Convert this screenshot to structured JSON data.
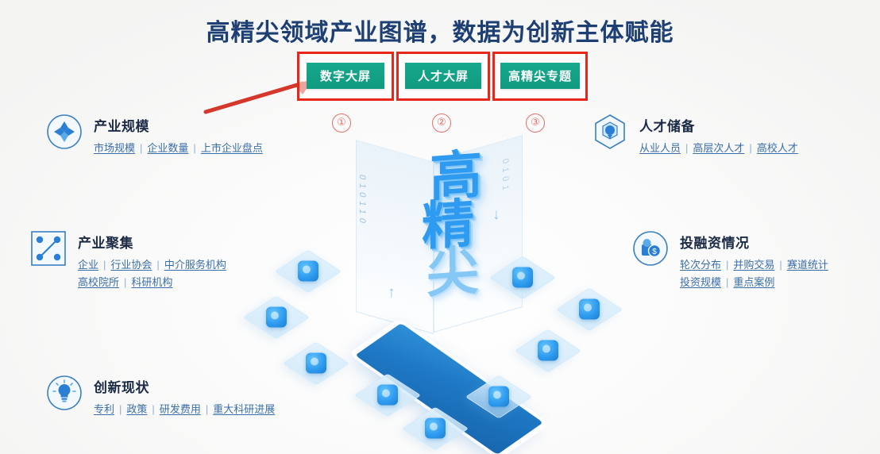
{
  "page": {
    "title": "高精尖领域产业图谱，数据为创新主体赋能",
    "background_color": "#f7f7f6",
    "title_color": "#1d3f73"
  },
  "buttons": {
    "accent_color": "#13a085",
    "highlight_box_color": "#e8271c",
    "items": [
      {
        "label": "数字大屏",
        "marker": "①"
      },
      {
        "label": "人才大屏",
        "marker": "②"
      },
      {
        "label": "高精尖专题",
        "marker": "③"
      }
    ]
  },
  "annotation": {
    "arrow_color": "#d6372b",
    "arrow_target": "数字大屏"
  },
  "features": {
    "left": [
      {
        "icon": "flower-diamond-icon",
        "title": "产业规模",
        "links": [
          "市场规模",
          "企业数量",
          "上市企业盘点"
        ]
      },
      {
        "icon": "network-nodes-icon",
        "title": "产业聚集",
        "links": [
          "企业",
          "行业协会",
          "中介服务机构",
          "高校院所",
          "科研机构"
        ],
        "break_after": 3
      },
      {
        "icon": "lightbulb-icon",
        "title": "创新现状",
        "links": [
          "专利",
          "政策",
          "研发费用",
          "重大科研进展"
        ]
      }
    ],
    "right": [
      {
        "icon": "hexagon-badge-icon",
        "title": "人才储备",
        "links": [
          "从业人员",
          "高层次人才",
          "高校人才"
        ]
      },
      {
        "icon": "finance-coin-icon",
        "title": "投融资情况",
        "links": [
          "轮次分布",
          "并购交易",
          "赛道统计",
          "投资规模",
          "重点案例"
        ],
        "break_after": 3
      }
    ],
    "link_color": "#3a6ea8",
    "separator": "|"
  },
  "illustration": {
    "characters": [
      "高",
      "精",
      "尖"
    ],
    "binary_left": "010110",
    "binary_right": "0101",
    "arrow_down": "↓",
    "arrow_up": "↑",
    "platform_color": "#1f79c6",
    "char_color": "#2f9bf0"
  }
}
